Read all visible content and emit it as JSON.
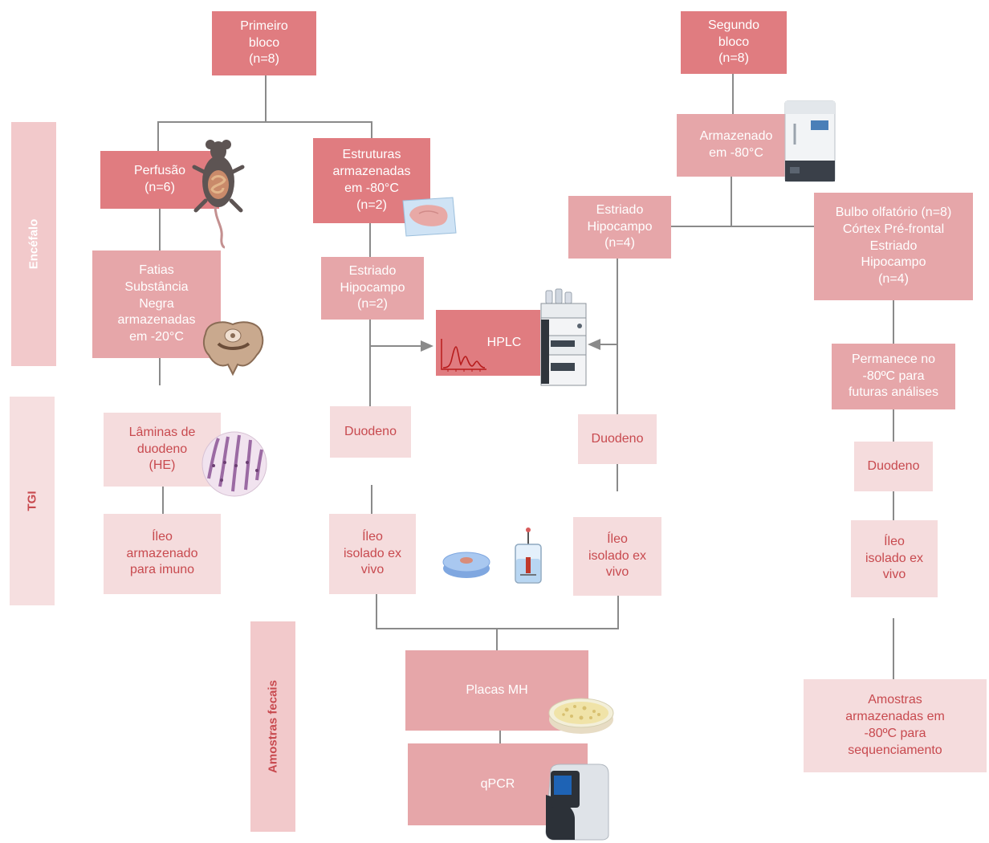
{
  "side_labels": {
    "encefalo": "Encéfalo",
    "tgi": "TGI",
    "fecais": "Amostras fecais"
  },
  "first_block": {
    "header": [
      "Primeiro",
      "bloco",
      "(n=8)"
    ],
    "perfusao": [
      "Perfusão",
      "(n=6)"
    ],
    "estruturas": [
      "Estruturas",
      "armazenadas",
      "em -80°C",
      "(n=2)"
    ],
    "fatias": [
      "Fatias",
      "Substância",
      "Negra",
      "armazenadas",
      "em -20°C"
    ],
    "estriado_hipocampo": [
      "Estriado",
      "Hipocampo",
      "(n=2)"
    ],
    "laminas": [
      "Lâminas de",
      "duodeno",
      "(HE)"
    ],
    "ileo_imuno": [
      "Íleo",
      "armazenado",
      "para imuno"
    ],
    "duodeno": "Duodeno",
    "ileo_isolado": [
      "Íleo",
      "isolado ex",
      "vivo"
    ]
  },
  "hplc": "HPLC",
  "second_block": {
    "header": [
      "Segundo",
      "bloco",
      "(n=8)"
    ],
    "armazenado": [
      "Armazenado",
      "em -80°C"
    ],
    "estriado_hipocampo": [
      "Estriado",
      "Hipocampo",
      "(n=4)"
    ],
    "bulbo": [
      "Bulbo olfatório (n=8)",
      "Córtex Pré-frontal",
      "Estriado",
      "Hipocampo",
      "(n=4)"
    ],
    "duodeno_mid": "Duodeno",
    "ileo_mid": [
      "Íleo",
      "isolado ex",
      "vivo"
    ],
    "permanece": [
      "Permanece no",
      "-80ºC para",
      "futuras análises"
    ],
    "duodeno_right": "Duodeno",
    "ileo_right": [
      "Íleo",
      "isolado ex",
      "vivo"
    ],
    "amostras_seq": [
      "Amostras",
      "armazenadas em",
      "-80ºC para",
      "sequenciamento"
    ]
  },
  "fecal": {
    "placas": "Placas MH",
    "qpcr": "qPCR"
  },
  "colors": {
    "dark_box": "#e07c80",
    "mid_box": "#e6a6a9",
    "light_box": "#f5dcdd",
    "light_text": "#c84a4f",
    "side_label_bg": "#f2c9cb",
    "side_label_text": "#c84a4f",
    "connector": "#8a8a8a"
  },
  "icons": [
    "mouse-icon",
    "brain-slice-icon",
    "brain-tissue-icon",
    "intestine-histology-icon",
    "petri-dish-icon",
    "organ-bath-icon",
    "hplc-machine-icon",
    "chromatogram-icon",
    "freezer-icon",
    "bacteria-plate-icon",
    "qpcr-machine-icon"
  ]
}
